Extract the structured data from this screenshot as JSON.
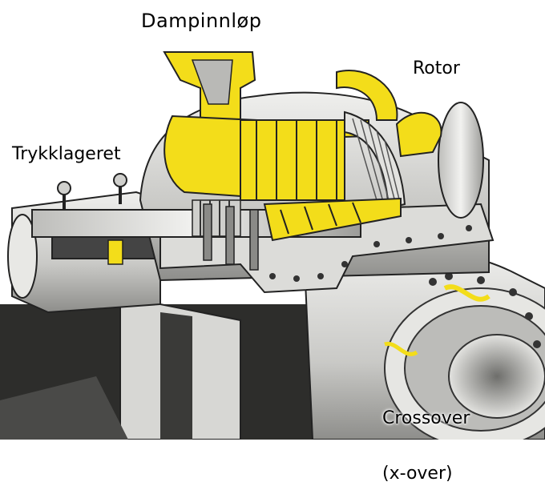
{
  "labels": {
    "title": "Dampinnløp",
    "rotor": "Rotor",
    "thrust_bearing": "Trykklageret",
    "crossover_line1": "Crossover",
    "crossover_line2": "(x-over)"
  },
  "colors": {
    "steam_path": "#f3dd1a",
    "metal_light": "#d9d9d7",
    "metal_mid": "#9a9a98",
    "metal_dark": "#2a2a2a",
    "background": "#ffffff"
  }
}
